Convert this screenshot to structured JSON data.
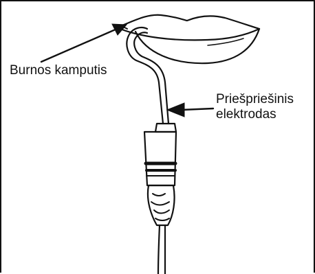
{
  "labels": {
    "mouth_corner": "Burnos kamputis",
    "electrode_line1": "Priešpriešinis",
    "electrode_line2": "elektrodas"
  },
  "colors": {
    "ink": "#111111",
    "background": "#ffffff"
  }
}
